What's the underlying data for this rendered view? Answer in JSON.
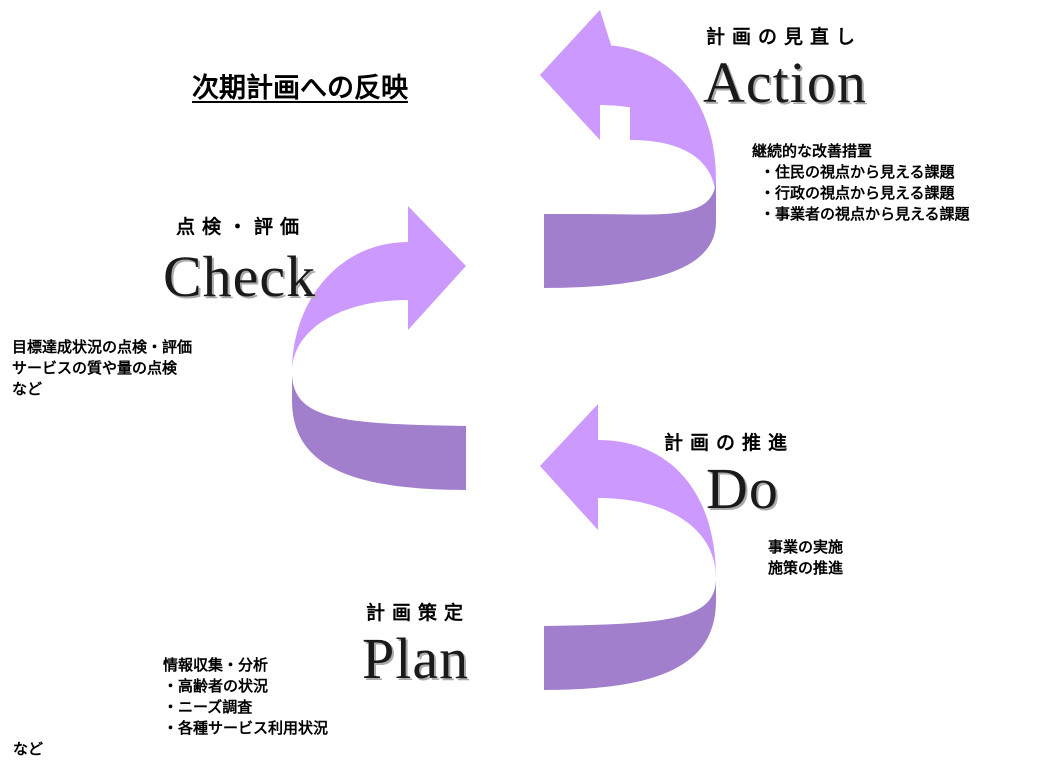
{
  "heading": "次期計画への反映",
  "action": {
    "label": "計画の見直し",
    "title": "Action",
    "lines": [
      "継続的な改善措置",
      "・住民の視点から見える課題",
      "・行政の視点から見える課題",
      "・事業者の視点から見える課題"
    ]
  },
  "check": {
    "label": "点検・評価",
    "title": "Check",
    "lines": [
      "目標達成状況の点検・評価",
      "サービスの質や量の点検",
      "など"
    ]
  },
  "do": {
    "label": "計画の推進",
    "title": "Do",
    "lines": [
      "事業の実施",
      "施策の推進"
    ]
  },
  "plan": {
    "label": "計画策定",
    "title": "Plan",
    "lines": [
      "情報収集・分析",
      "・高齢者の状況",
      "・ニーズ調査",
      "・各種サービス利用状況",
      "など"
    ]
  },
  "colors": {
    "arrow_light": "#cc99ff",
    "arrow_dark": "#a17fcc",
    "arrow_mid": "#b88ee8"
  }
}
